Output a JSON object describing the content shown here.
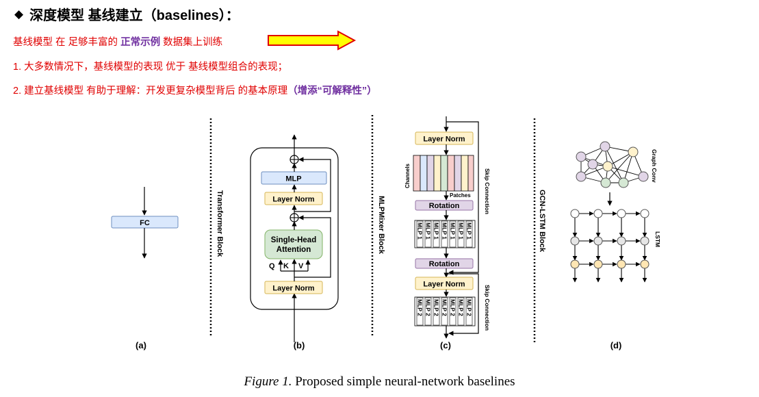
{
  "heading": {
    "bullet": "◆",
    "text": "深度模型 基线建立（baselines）："
  },
  "line1": {
    "pre": "基线模型 在 足够丰富的 ",
    "emph": "正常示例",
    "post": " 数据集上训练"
  },
  "line2": {
    "text": "1. 大多数情况下，基线模型的表现 优于 基线模型组合的表现；"
  },
  "line3": {
    "pre": "2. 建立基线模型 有助于理解：开发更复杂模型背后 的基本原理",
    "emph": "（增添“可解释性”）"
  },
  "arrow_colors": {
    "fill": "#ffff00",
    "stroke": "#e00000"
  },
  "diagram": {
    "a": {
      "label": "(a)",
      "fc": "FC"
    },
    "b": {
      "label": "(b)",
      "block_title": "Transformer Block",
      "mlp": "MLP",
      "layer_norm_top": "Layer Norm",
      "attention_line1": "Single-Head",
      "attention_line2": "Attention",
      "q": "Q",
      "k": "K",
      "v": "V",
      "layer_norm_bottom": "Layer Norm"
    },
    "c": {
      "label": "(c)",
      "block_title": "MLPMixer Block",
      "layer_norm_top": "Layer Norm",
      "channels": "Channels",
      "patches": "Patches",
      "rotation_1": "Rotation",
      "mlp1": "MLP 1",
      "rotation_2": "Rotation",
      "layer_norm_bottom": "Layer Norm",
      "mlp2": "MLP 2",
      "skip_1": "Skip Connection",
      "skip_2": "Skip Connection"
    },
    "d": {
      "label": "(d)",
      "block_title": "GCN-LSTM Block",
      "graph_conv": "Graph Conv",
      "lstm": "LSTM"
    }
  },
  "caption": {
    "figure": "Figure 1.",
    "text": " Proposed simple neural-network baselines"
  }
}
